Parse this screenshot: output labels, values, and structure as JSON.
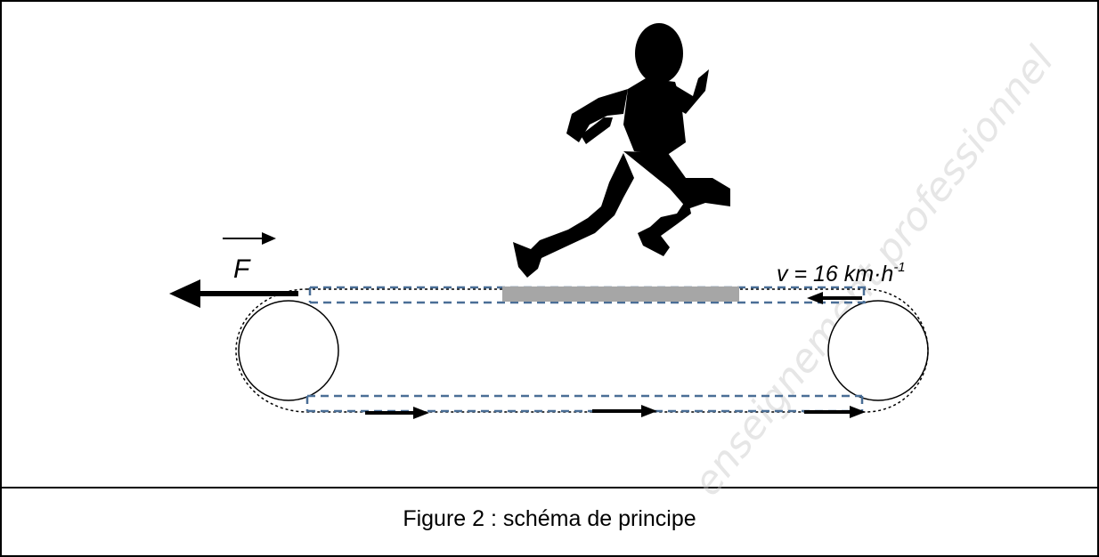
{
  "figure": {
    "caption": "Figure 2 : schéma de principe",
    "force_label": "F",
    "speed": {
      "prefix": "v = 16 km·h",
      "exponent": "-1"
    },
    "watermark": "enseignement professionnel"
  },
  "colors": {
    "belt_dash": "#4a6e96",
    "platform": "#a6a6a6",
    "silhouette": "#000000",
    "frame": "#000000"
  },
  "icons": {
    "runner": "runner-silhouette-icon",
    "force_vector": "vector-arrow-icon"
  }
}
